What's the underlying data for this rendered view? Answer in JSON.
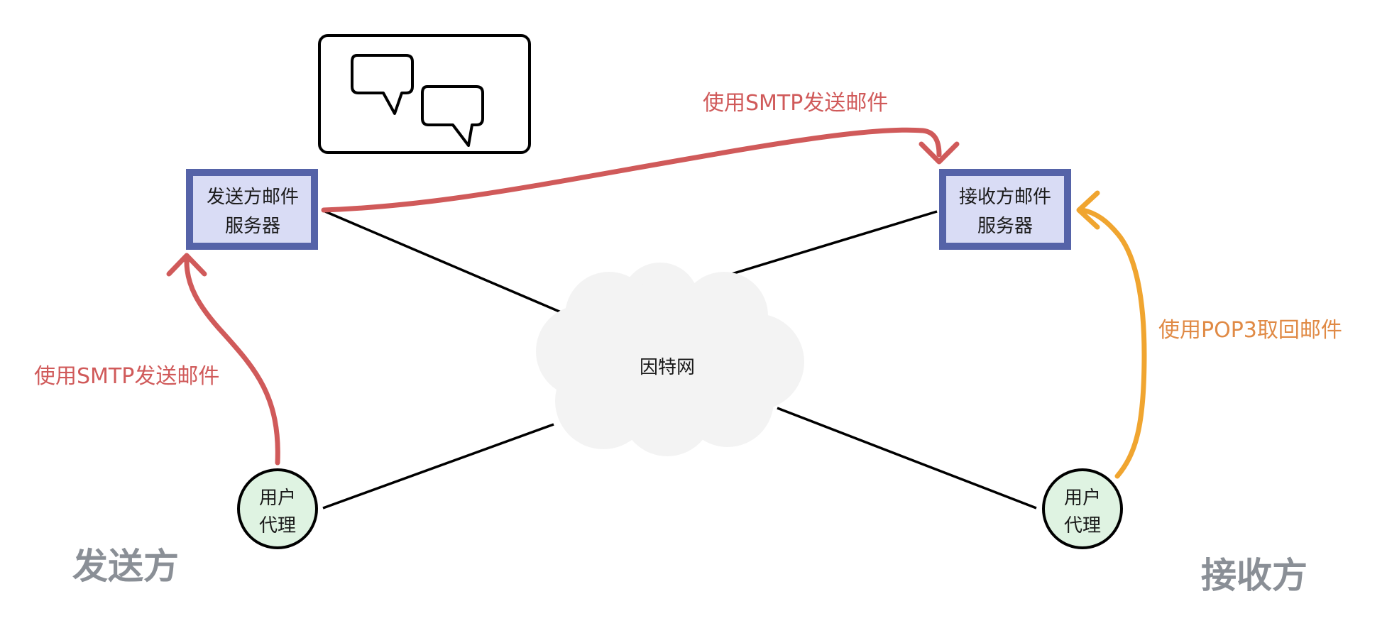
{
  "nodes": {
    "sender_server": {
      "line1": "发送方邮件",
      "line2": "服务器"
    },
    "receiver_server": {
      "line1": "接收方邮件",
      "line2": "服务器"
    },
    "sender_agent": {
      "line1": "用户",
      "line2": "代理"
    },
    "receiver_agent": {
      "line1": "用户",
      "line2": "代理"
    },
    "internet": {
      "label": "因特网"
    }
  },
  "edges": {
    "agent_to_sender_server": "使用SMTP发送邮件",
    "sender_to_receiver_server": "使用SMTP发送邮件",
    "receiver_server_to_agent": "使用POP3取回邮件"
  },
  "sides": {
    "sender": "发送方",
    "receiver": "接收方"
  },
  "colors": {
    "server_fill": "#d9dcf5",
    "server_border": "#5563a8",
    "agent_fill": "#dff3e2",
    "cloud_fill": "#f3f3f3",
    "smtp_arrow": "#d05a5a",
    "pop3_arrow": "#f0a530",
    "side_title": "#8a8f96"
  },
  "icons": [
    "chat-bubbles-icon"
  ]
}
